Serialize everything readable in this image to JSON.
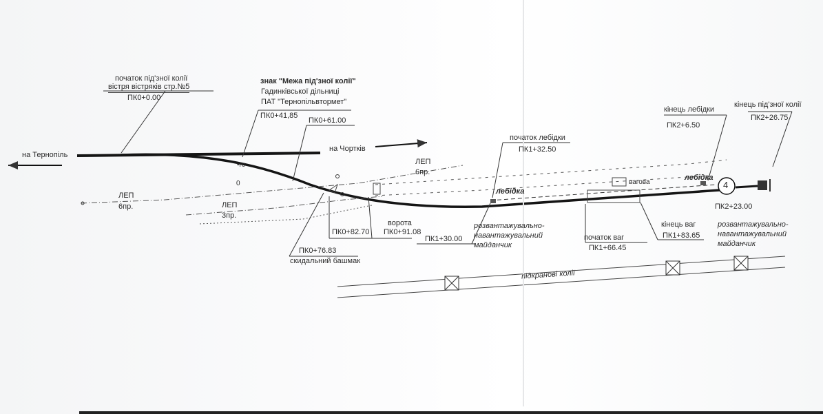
{
  "labels": {
    "to_ternopil": "на Тернопіль",
    "to_chortkiv": "на Чортків",
    "siding_start_line1": "початок під'зної колії",
    "siding_start_line2": "вістря вістряків стр.№5",
    "siding_start_pk": "ПК0+0.00",
    "sign_title": "знак \"Межа під'зної колії\"",
    "sign_line2": "Гадинківської дільниці",
    "sign_line3": "ПАТ \"Тернопільвтормет\"",
    "sign_pk": "ПК0+41,85",
    "pk_61": "ПК0+61.00",
    "gs_mark": "•гс",
    "small_mark": "0",
    "lep_left": "ЛЕП",
    "lep_left_sub": "6пр.",
    "lep_mid": "ЛЕП",
    "lep_mid_sub": "3пр.",
    "lep_top": "ЛЕП",
    "lep_top_sub": "6пр.",
    "winch_start": "початок лебідки",
    "winch_start_pk": "ПК1+32.50",
    "winch_left": "лебідка",
    "winch_right": "лебідка",
    "winch_end": "кінець лебідки",
    "winch_end_pk": "ПК2+6.50",
    "siding_end": "кінець під'зної колії",
    "siding_end_pk": "ПК2+26.75",
    "scale_house": "вагова",
    "track_number": "4",
    "pk_82": "ПК0+82.70",
    "gate": "ворота",
    "gate_pk": "ПК0+91.08",
    "shoe_pk": "ПК0+76.83",
    "shoe": "скидальний башмак",
    "pk_130": "ПК1+30.00",
    "platform1_l1": "розвантажувально-",
    "platform1_l2": "навантажувальний",
    "platform1_l3": "майданчик",
    "scales_start": "початок ваг",
    "scales_start_pk": "ПК1+66.45",
    "scales_end": "кінець ваг",
    "scales_end_pk": "ПК1+83.65",
    "pk_223": "ПК2+23.00",
    "platform2_l1": "розвантажувально-",
    "platform2_l2": "навантажувальний",
    "platform2_l3": "майданчик",
    "crane_tracks": "підкранові колії"
  },
  "colors": {
    "ink": "#1c1c1c",
    "thin": "#4a4a4a",
    "paper": "#fbfbfc"
  }
}
